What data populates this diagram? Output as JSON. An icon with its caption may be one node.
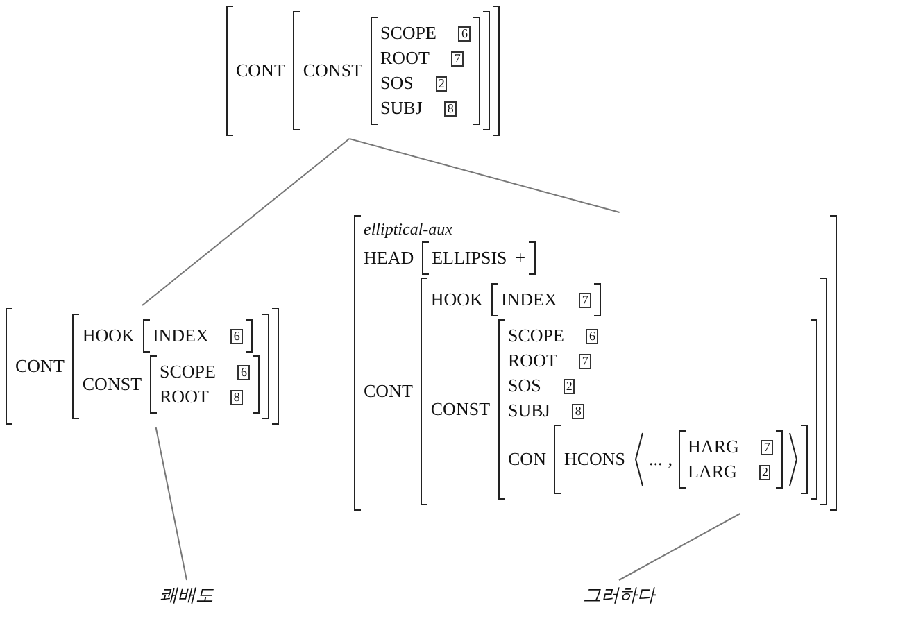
{
  "diagram": {
    "nodes": [
      {
        "text": [
          "CONT",
          "CONST",
          "SCOPE",
          "6",
          "ROOT",
          "7",
          "SOS",
          "2",
          "SUBJ",
          "8"
        ]
      },
      {
        "text": [
          "CONT",
          "HOOK",
          "INDEX",
          "6",
          "CONST",
          "SCOPE",
          "6",
          "ROOT",
          "8"
        ]
      },
      {
        "text": [
          "elliptical-aux",
          "HEAD",
          "ELLIPSIS",
          "+",
          "CONT",
          "HOOK",
          "INDEX",
          "7",
          "CONST",
          "SCOPE",
          "6",
          "ROOT",
          "7",
          "SOS",
          "2",
          "SUBJ",
          "8",
          "CON",
          "HCONS",
          "...",
          ",",
          "HARG",
          "7",
          "LARG",
          "2"
        ]
      },
      {
        "text": [
          "쾌배도"
        ]
      },
      {
        "text": [
          "그러하다"
        ]
      }
    ],
    "edges": [
      {
        "from": 0,
        "to": 1,
        "arrow": "none"
      },
      {
        "from": 0,
        "to": 2,
        "arrow": "none"
      },
      {
        "from": 1,
        "to": 3,
        "arrow": "none"
      },
      {
        "from": 2,
        "to": 4,
        "arrow": "none"
      }
    ]
  }
}
